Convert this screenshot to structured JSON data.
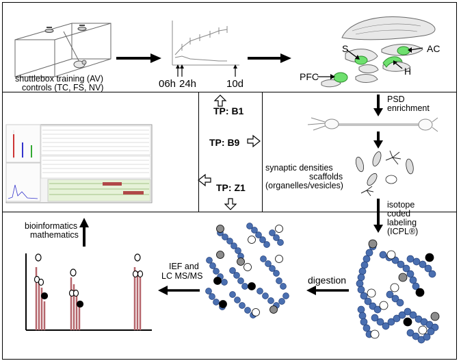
{
  "box1": {
    "line1": "shuttlebox training (AV)",
    "line2": "controls (TC, FS, NV)"
  },
  "timeline": {
    "t1": "06h",
    "t2": "24h",
    "t3": "10d"
  },
  "brain": {
    "ac": "AC",
    "s": "S",
    "h": "H",
    "pfc": "PFC"
  },
  "steps": {
    "psd_line1": "PSD",
    "psd_line2": "enrichment",
    "syn_line1": "synaptic densities",
    "syn_line2": "scaffolds",
    "syn_line3": "(organelles/vesicles)",
    "iso_line1": "isotope",
    "iso_line2": "coded",
    "iso_line3": "labeling",
    "iso_line4": "(ICPL®)",
    "digestion": "digestion",
    "ief_line1": "IEF and",
    "ief_line2": "LC MS/MS",
    "bio_line1": "bioinformatics",
    "bio_line2": "mathematics"
  },
  "tp": {
    "b1": "TP: B1",
    "b9": "TP: B9",
    "z1": "TP: Z1"
  },
  "colors": {
    "bead_blue": "#4a6fb0",
    "peak_red": "#b5656b",
    "brain_green": "#6ee06e",
    "grey_label": "#8c8c8c"
  }
}
